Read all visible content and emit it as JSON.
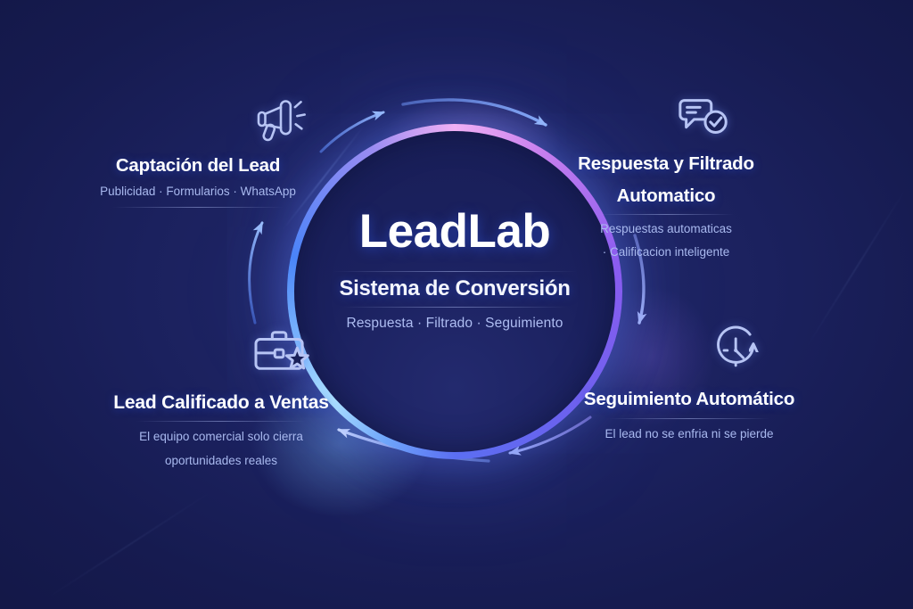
{
  "diagram": {
    "type": "cycle",
    "direction": "clockwise",
    "arrow_count": 6
  },
  "center": {
    "title": "LeadLab",
    "subtitle": "Sistema de Conversión",
    "tagline": "Respuesta · Filtrado · Seguimiento"
  },
  "stages": [
    {
      "position": "top-left",
      "icon": "megaphone-icon",
      "title_lines": [
        "Captación del Lead"
      ],
      "subtitle_lines": [
        "Publicidad · Formularios · WhatsApp"
      ]
    },
    {
      "position": "top-right",
      "icon": "chat-check-icon",
      "title_lines": [
        "Respuesta y Filtrado",
        "Automatico"
      ],
      "subtitle_lines": [
        "Respuestas automaticas",
        "· Calificacion inteligente"
      ]
    },
    {
      "position": "bottom-right",
      "icon": "clock-refresh-icon",
      "title_lines": [
        "Seguimiento Automático"
      ],
      "subtitle_lines": [
        "El lead no se enfria ni se pierde"
      ]
    },
    {
      "position": "bottom-left",
      "icon": "briefcase-star-icon",
      "title_lines": [
        "Lead Calificado a Ventas"
      ],
      "subtitle_lines": [
        "El equipo comercial solo cierra",
        "oportunidades reales"
      ]
    }
  ],
  "colors": {
    "background_dark": "#141949",
    "background_mid": "#1c2260",
    "ring_pink": "#f0b0f4",
    "ring_purple": "#8a5cf0",
    "ring_blue": "#4a84f8",
    "ring_cyan": "#aadeff",
    "title_text": "#ffffff",
    "accent_text": "#a9b9ef",
    "arrow_blue": "#7fa8f5",
    "arrow_light": "#cfe0ff"
  }
}
